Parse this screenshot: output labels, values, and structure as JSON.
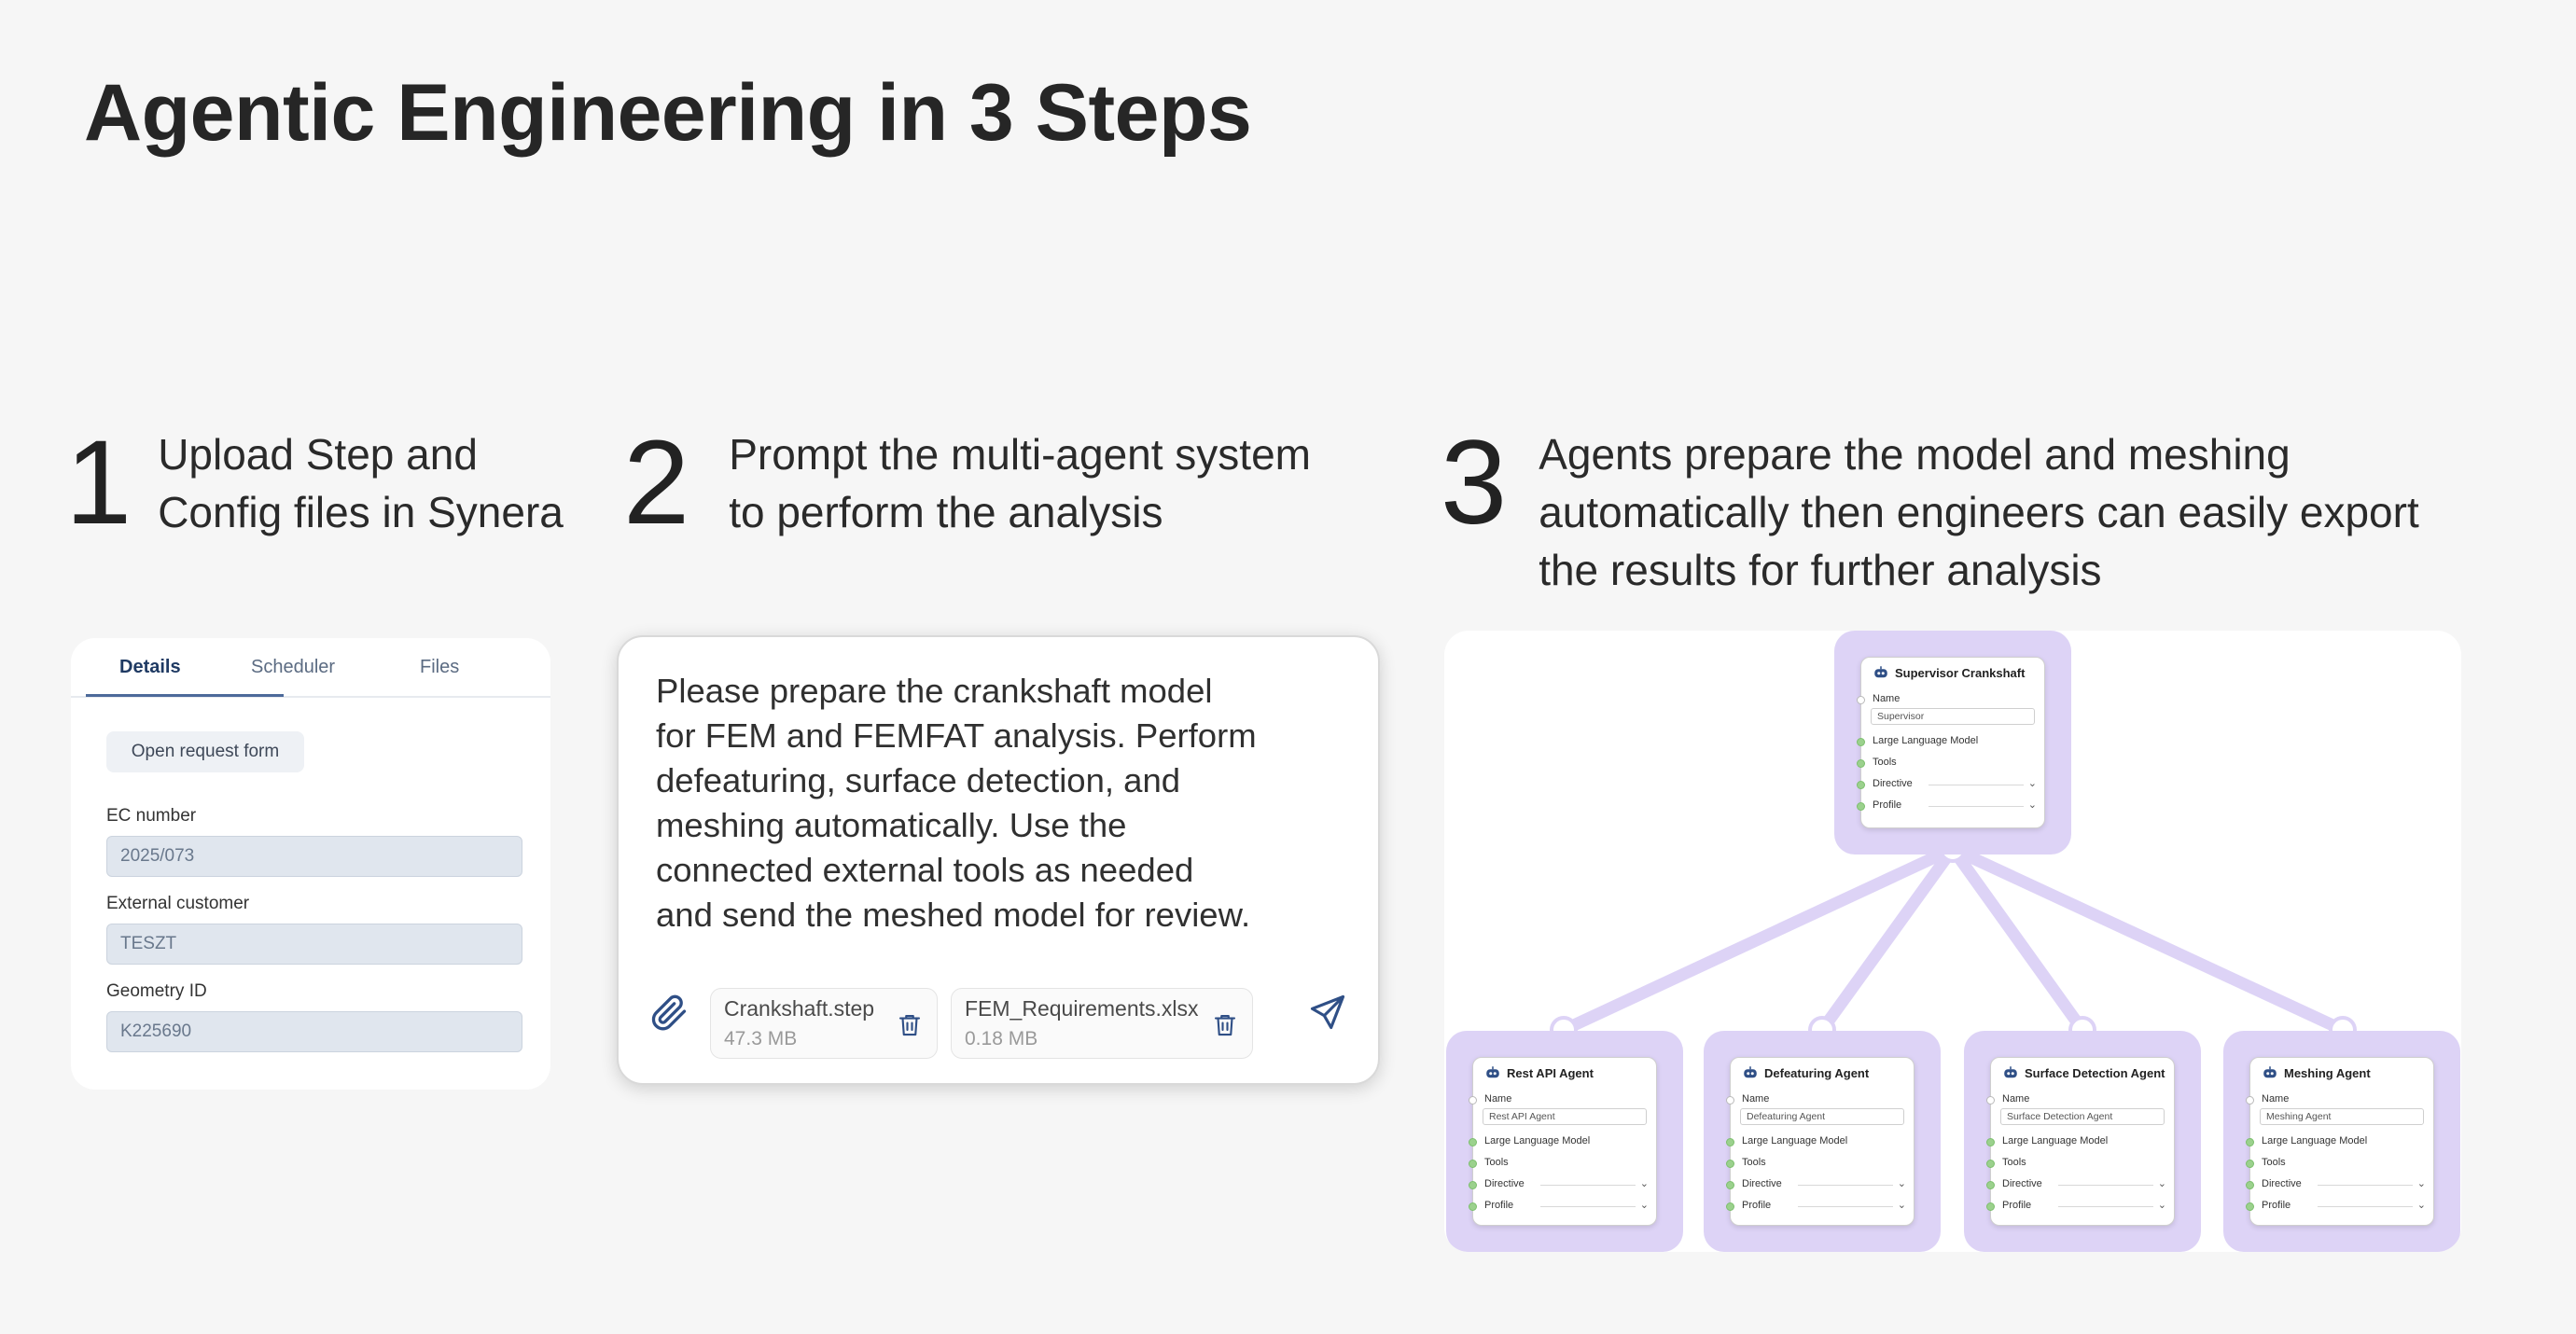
{
  "title": "Agentic Engineering in 3 Steps",
  "steps": [
    {
      "number": "1",
      "lines": [
        "Upload Step and",
        "Config files in Synera"
      ]
    },
    {
      "number": "2",
      "lines": [
        "Prompt the multi-agent system",
        "to perform the analysis"
      ]
    },
    {
      "number": "3",
      "lines": [
        "Agents prepare the model and meshing",
        "automatically then engineers can easily export",
        "the results for further analysis"
      ]
    }
  ],
  "form": {
    "tabs": [
      "Details",
      "Scheduler",
      "Files"
    ],
    "active_tab": "Details",
    "open_request_button": "Open request form",
    "fields": [
      {
        "label": "EC number",
        "value": "2025/073"
      },
      {
        "label": "External customer",
        "value": "TESZT"
      },
      {
        "label": "Geometry ID",
        "value": "K225690"
      }
    ]
  },
  "prompt": {
    "lines": [
      "Please prepare the crankshaft model",
      "for FEM and FEMFAT analysis. Perform",
      "defeaturing, surface detection, and",
      "meshing automatically. Use the",
      "connected external tools as needed",
      "and send the meshed model for review."
    ],
    "attachments": [
      {
        "name": "Crankshaft.step",
        "size": "47.3 MB"
      },
      {
        "name": "FEM_Requirements.xlsx",
        "size": "0.18 MB"
      }
    ]
  },
  "agents": {
    "field_labels": {
      "name": "Name",
      "llm": "Large Language Model",
      "tools": "Tools",
      "directive": "Directive",
      "profile": "Profile"
    },
    "supervisor": {
      "title": "Supervisor Crankshaft",
      "name_value": "Supervisor"
    },
    "workers": [
      {
        "title": "Rest API Agent",
        "name_value": "Rest API Agent"
      },
      {
        "title": "Defeaturing Agent",
        "name_value": "Defeaturing Agent"
      },
      {
        "title": "Surface Detection Agent",
        "name_value": "Surface Detection Agent"
      },
      {
        "title": "Meshing Agent",
        "name_value": "Meshing Agent"
      }
    ],
    "colors": {
      "node_bg": "#ddd3f6",
      "link": "#ddd3f6",
      "port": "#9bd18d"
    }
  }
}
